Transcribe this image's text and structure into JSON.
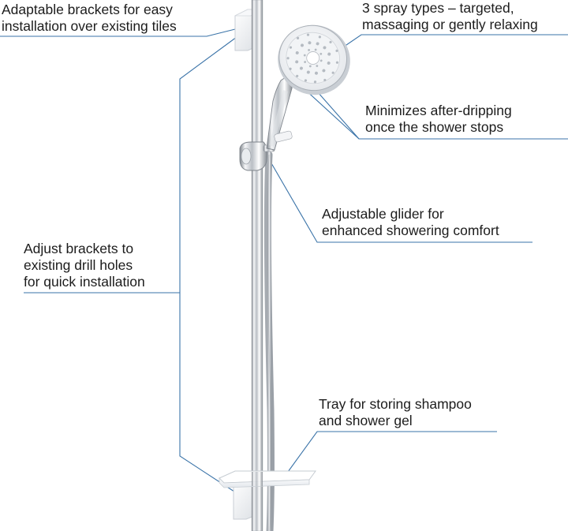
{
  "callouts": [
    {
      "id": "brackets",
      "lines": [
        "Adaptable brackets for easy",
        "installation over existing tiles"
      ]
    },
    {
      "id": "spray",
      "lines": [
        "3 spray types – targeted,",
        "massaging or gently relaxing"
      ]
    },
    {
      "id": "dripping",
      "lines": [
        "Minimizes after-dripping",
        "once the shower stops"
      ]
    },
    {
      "id": "glider",
      "lines": [
        "Adjustable glider for",
        "enhanced showering comfort"
      ]
    },
    {
      "id": "drill",
      "lines": [
        "Adjust brackets to",
        "existing drill holes",
        "for quick installation"
      ]
    },
    {
      "id": "tray",
      "lines": [
        "Tray for storing shampoo",
        "and shower gel"
      ]
    }
  ],
  "colors": {
    "leader": "#3a73a8",
    "text": "#1c1c1c",
    "chrome_dark": "#8a8f96",
    "chrome_light": "#f4f5f7"
  }
}
